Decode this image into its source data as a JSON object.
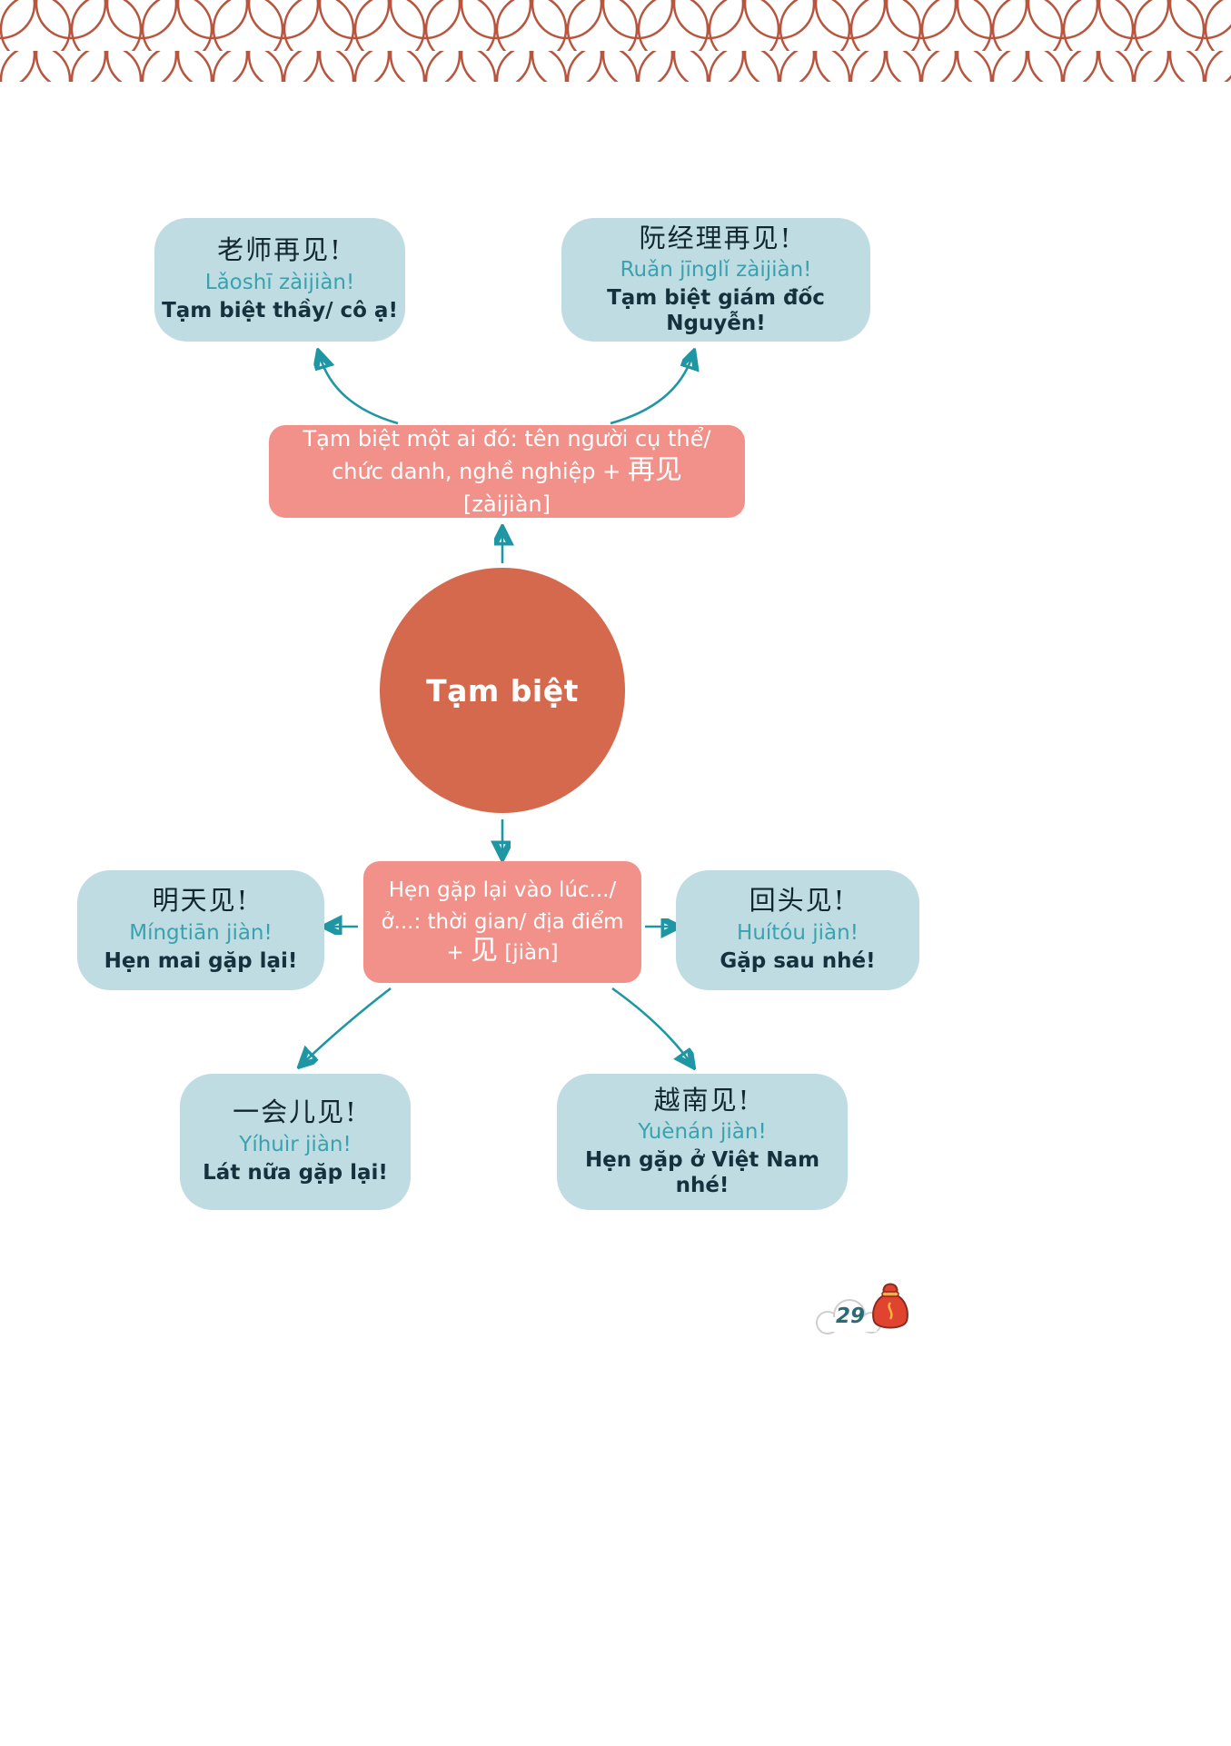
{
  "header": {
    "pattern": "scallop-scales"
  },
  "center": {
    "label": "Tạm biệt"
  },
  "rule_top": {
    "text_before": "Tạm biệt một ai đó: tên người cụ thể/ chức danh, nghề nghiệp + ",
    "hanzi": "再见",
    "pinyin_bracket": " [zàijiàn]"
  },
  "rule_bottom": {
    "text_before": "Hẹn gặp lại vào lúc.../ ở...: thời gian/ địa điểm + ",
    "hanzi": "见",
    "pinyin_bracket": " [jiàn]"
  },
  "examples": {
    "top_left": {
      "hanzi": "老师再见!",
      "pinyin": "Lǎoshī zàijiàn!",
      "viet": "Tạm biệt thầy/ cô ạ!"
    },
    "top_right": {
      "hanzi": "阮经理再见!",
      "pinyin": "Ruǎn jīnglǐ zàijiàn!",
      "viet": "Tạm biệt giám đốc Nguyễn!"
    },
    "mid_left": {
      "hanzi": "明天见!",
      "pinyin": "Míngtiān jiàn!",
      "viet": "Hẹn mai gặp lại!"
    },
    "mid_right": {
      "hanzi": "回头见!",
      "pinyin": "Huítóu jiàn!",
      "viet": "Gặp sau nhé!"
    },
    "bottom_left": {
      "hanzi": "一会儿见!",
      "pinyin": "Yíhuìr jiàn!",
      "viet": "Lát nữa gặp lại!"
    },
    "bottom_right": {
      "hanzi": "越南见!",
      "pinyin": "Yuènán jiàn!",
      "viet": "Hẹn gặp ở Việt Nam nhé!"
    }
  },
  "footer": {
    "page_number": "29",
    "icon": "money-pouch-icon"
  },
  "colors": {
    "scale_outline": "#b7553e",
    "center_circle": "#d4694e",
    "rule_box": "#f19189",
    "example_box": "#bfdce2",
    "pinyin_text": "#3aa2ae",
    "arrow": "#1f96a4",
    "dark_text": "#14313d"
  }
}
